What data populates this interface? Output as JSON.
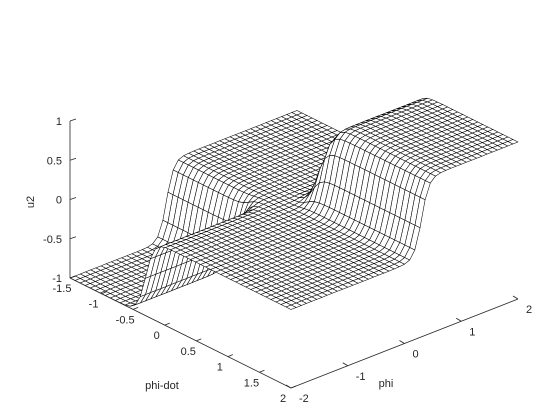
{
  "chart_data": {
    "type": "surface",
    "mesh_style": "black wireframe, white faces",
    "xlabel": "phi",
    "ylabel": "phi-dot",
    "zlabel": "u2",
    "x_range": [
      -2,
      2
    ],
    "y_range": [
      -1.5,
      2
    ],
    "z_range": [
      -1,
      1
    ],
    "x_ticks": [
      "-2",
      "-1",
      "0",
      "1",
      "2"
    ],
    "y_ticks": [
      "-1.5",
      "-1",
      "-0.5",
      "0",
      "0.5",
      "1",
      "1.5",
      "2"
    ],
    "z_ticks": [
      "-1",
      "-0.5",
      "0",
      "0.5",
      "1"
    ],
    "surface_regions": [
      {
        "phi": "> 0.3",
        "phi_dot": "> 0.3",
        "u2": 1
      },
      {
        "phi": "< -0.3",
        "phi_dot": "< -0.3",
        "u2": -1
      },
      {
        "phi": "> 0.3",
        "phi_dot": "< -0.3",
        "u2": 0
      },
      {
        "phi": "< -0.3",
        "phi_dot": "> 0.3",
        "u2": 0
      }
    ]
  }
}
